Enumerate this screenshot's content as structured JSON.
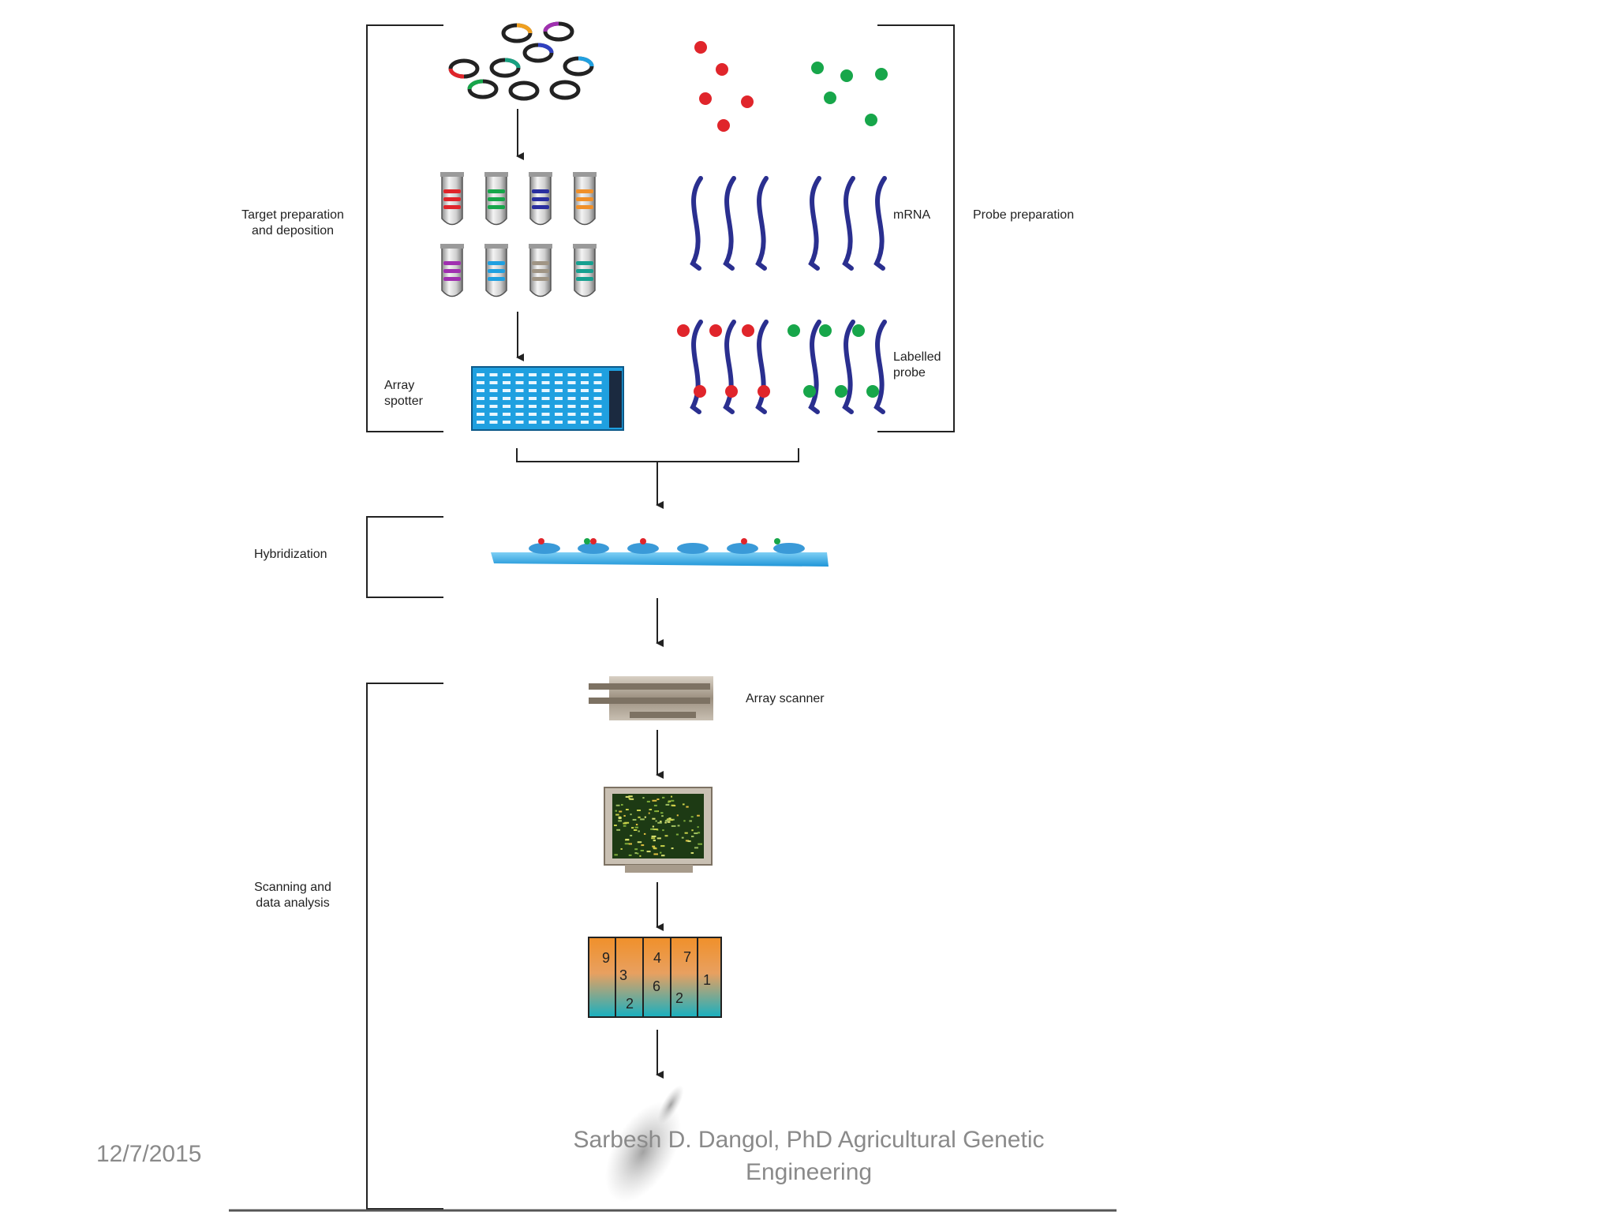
{
  "stages": {
    "target_preparation": [
      "Target preparation",
      "and deposition"
    ],
    "probe_preparation": "Probe preparation",
    "hybridization": "Hybridization",
    "scanning": [
      "Scanning and",
      "data analysis"
    ]
  },
  "labels": {
    "mrna": "mRNA",
    "labelled_probe": [
      "Labelled",
      "probe"
    ],
    "array_spotter": [
      "Array",
      "spotter"
    ],
    "array_scanner": "Array scanner"
  },
  "data_table": {
    "numbers": [
      "9",
      "3",
      "2",
      "4",
      "6",
      "7",
      "2",
      "1"
    ]
  },
  "footer": {
    "date": "12/7/2015",
    "author": [
      "Sarbesh D. Dangol, PhD Agricultural Genetic",
      "Engineering"
    ]
  },
  "colors": {
    "red_dye": "#e0252b",
    "green_dye": "#17a64a",
    "mrna_strand": "#2a2f8f",
    "array_blue": "#1fa0e0",
    "table_orange": "#f0902a",
    "table_teal": "#18b0c0"
  }
}
